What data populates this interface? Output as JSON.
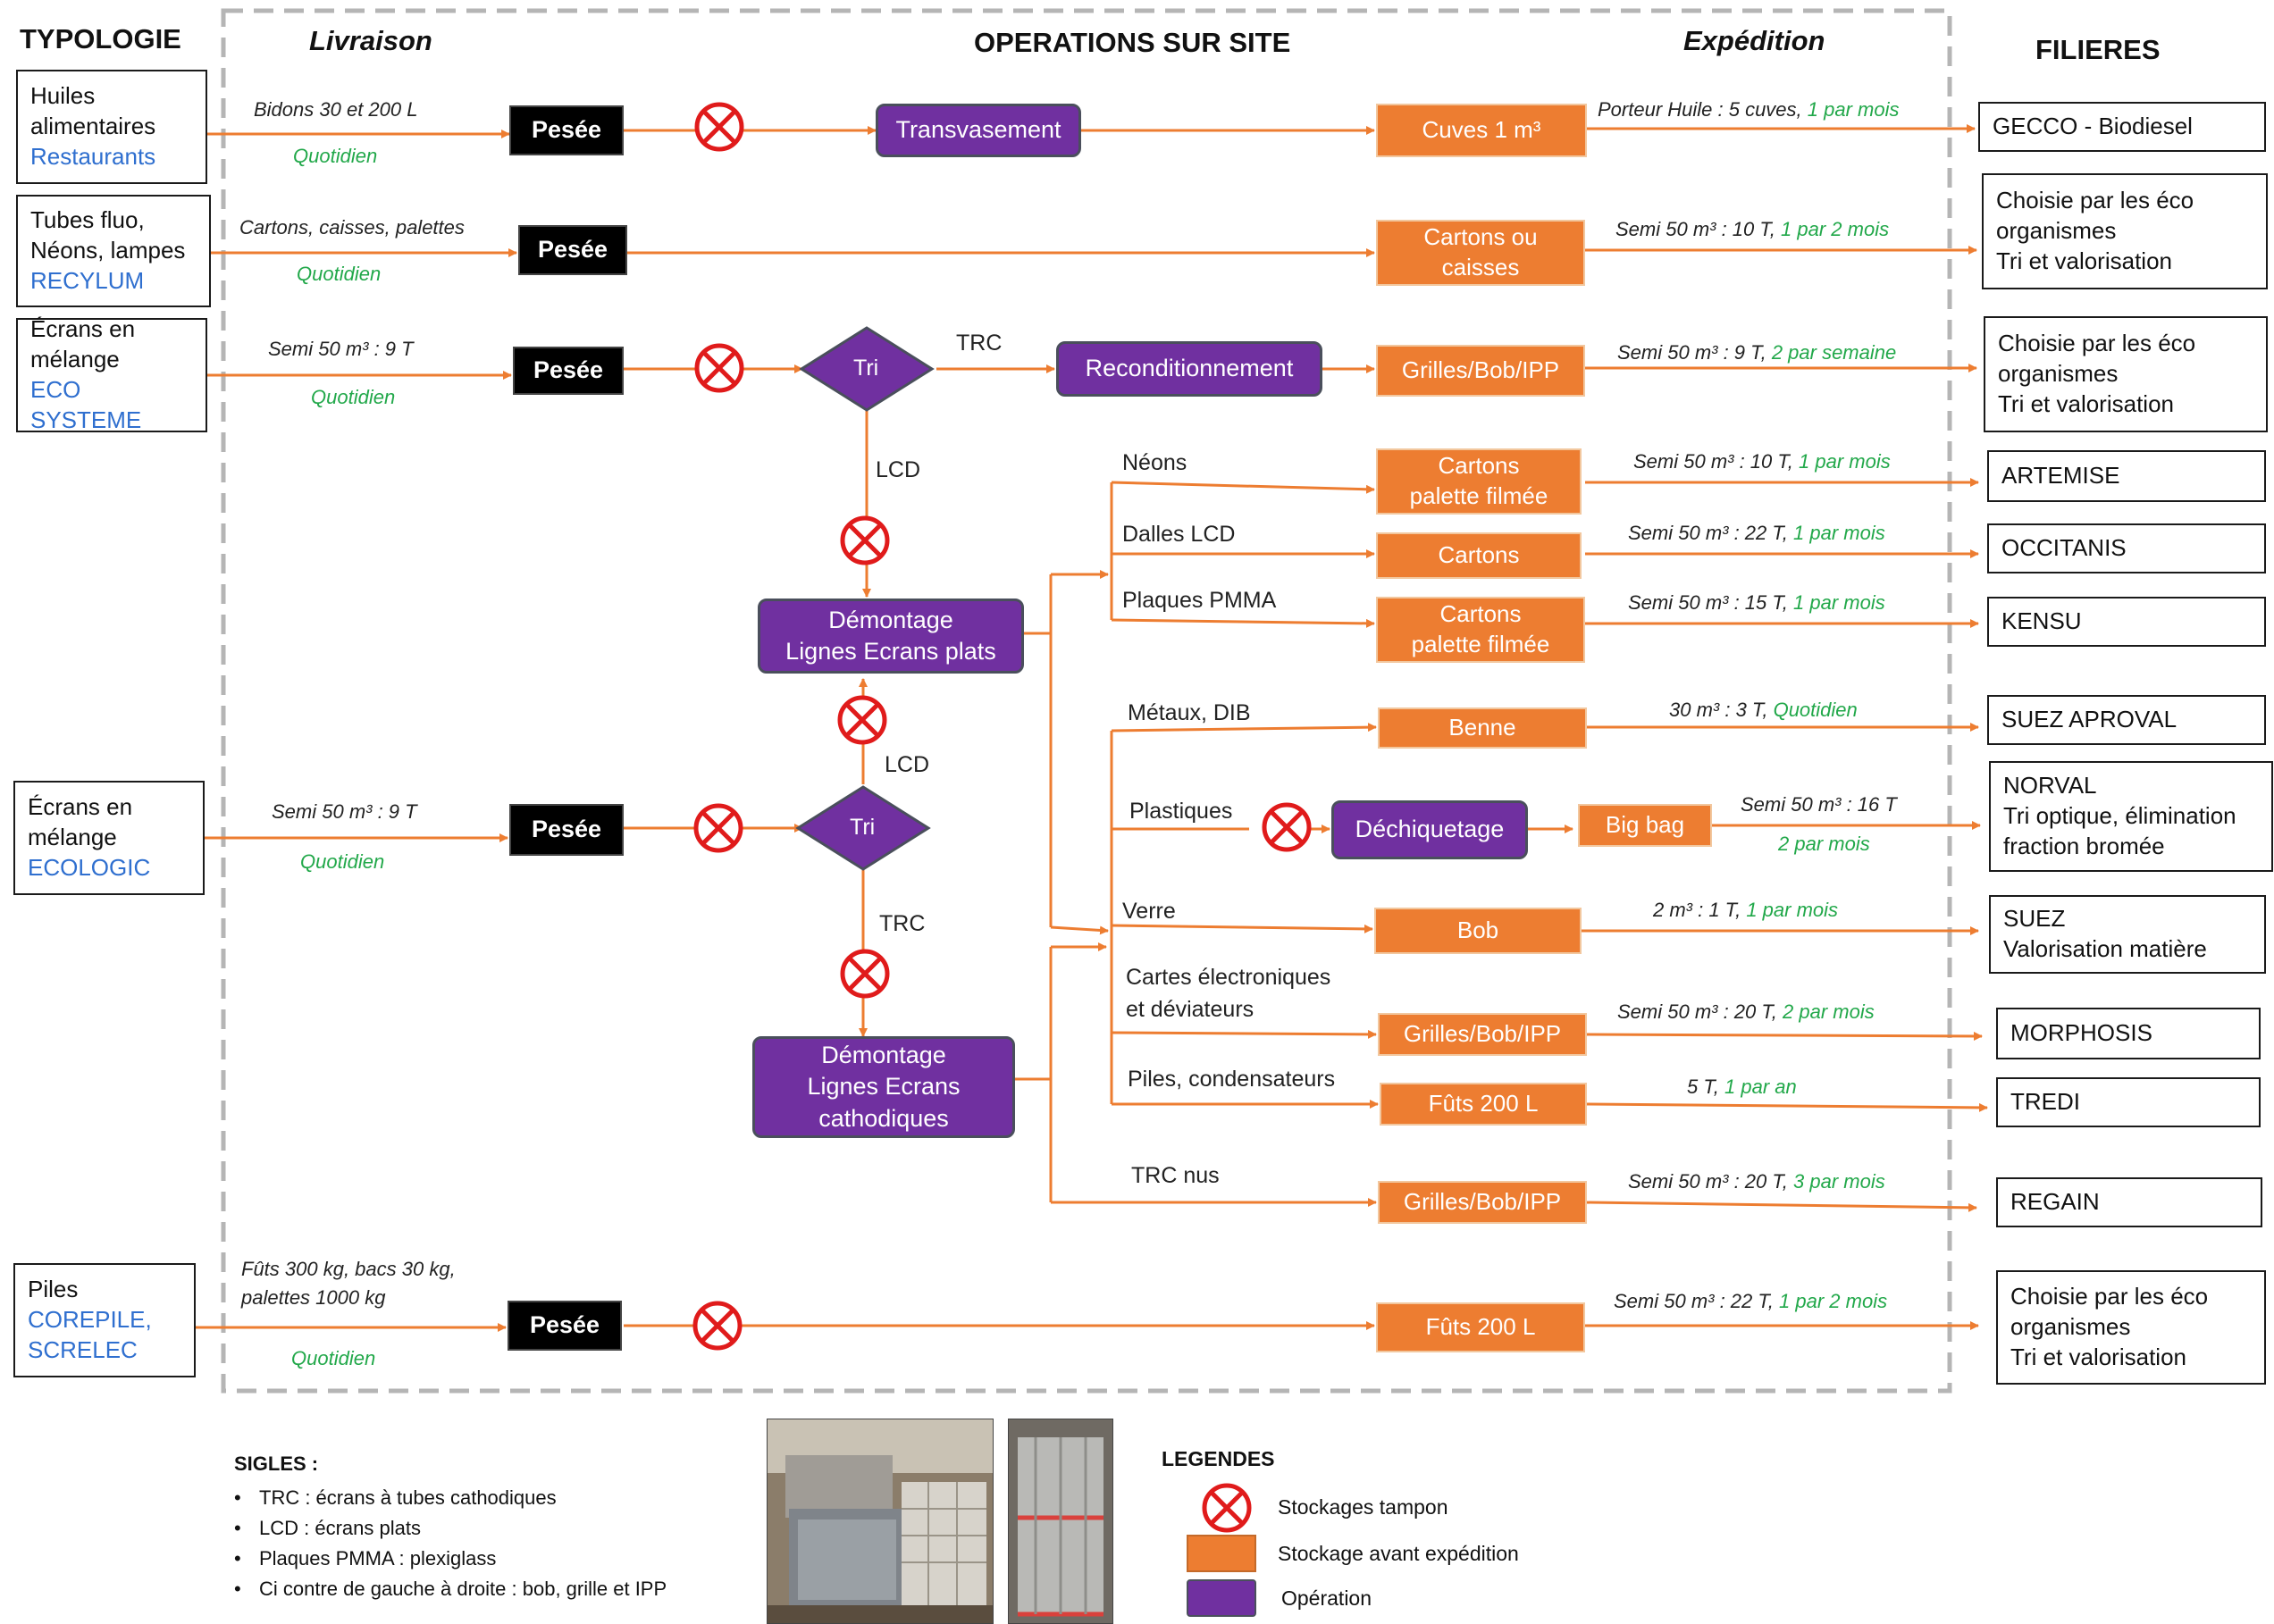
{
  "headers": {
    "typologie": "TYPOLOGIE",
    "livraison": "Livraison",
    "operations": "OPERATIONS SUR SITE",
    "expedition": "Expédition",
    "filieres": "FILIERES"
  },
  "sources": [
    {
      "line1": "Huiles",
      "line2": "alimentaires",
      "org": "Restaurants"
    },
    {
      "line1": "Tubes fluo,",
      "line2": "Néons, lampes",
      "org": "RECYLUM"
    },
    {
      "line1": "Écrans en",
      "line2": "mélange",
      "org": "ECO SYSTEME"
    },
    {
      "line1": "Écrans en",
      "line2": "mélange",
      "org": "ECOLOGIC"
    },
    {
      "line1": "Piles",
      "line2": "",
      "org": "COREPILE,",
      "org2": "SCRELEC"
    }
  ],
  "deliveries": [
    {
      "container": "Bidons 30 et 200 L",
      "freq": "Quotidien"
    },
    {
      "container": "Cartons, caisses, palettes",
      "freq": "Quotidien"
    },
    {
      "container": "Semi 50 m³ : 9 T",
      "freq": "Quotidien"
    },
    {
      "container": "Semi 50 m³ : 9 T",
      "freq": "Quotidien"
    },
    {
      "container1": "Fûts 300 kg, bacs 30 kg,",
      "container2": "palettes 1000 kg",
      "freq": "Quotidien"
    }
  ],
  "weighing_label": "Pesée",
  "operations": {
    "transvasement": "Transvasement",
    "reconditionnement": "Reconditionnement",
    "tri": "Tri",
    "demontage_plats_1": "Démontage",
    "demontage_plats_2": "Lignes Ecrans plats",
    "demontage_cath_1": "Démontage",
    "demontage_cath_2": "Lignes Ecrans",
    "demontage_cath_3": "cathodiques",
    "dechiquetage": "Déchiquetage"
  },
  "flow_labels": {
    "trc": "TRC",
    "lcd": "LCD",
    "neons": "Néons",
    "dalles": "Dalles LCD",
    "pmma": "Plaques PMMA",
    "metaux": "Métaux, DIB",
    "plastiques": "Plastiques",
    "verre": "Verre",
    "cartes1": "Cartes électroniques",
    "cartes2": "et déviateurs",
    "piles": "Piles, condensateurs",
    "trc_nus": "TRC nus"
  },
  "storage": {
    "cuves": "Cuves 1 m³",
    "cartons_caisses_1": "Cartons ou",
    "cartons_caisses_2": "caisses",
    "grilles": "Grilles/Bob/IPP",
    "cartons_palette_1": "Cartons",
    "cartons_palette_2": "palette filmée",
    "cartons": "Cartons",
    "benne": "Benne",
    "bigbag": "Big bag",
    "bob": "Bob",
    "futs": "Fûts 200 L"
  },
  "shipments": [
    {
      "text": "Porteur Huile : 5 cuves, ",
      "freq": "1 par mois"
    },
    {
      "text": "Semi 50 m³ : 10 T, ",
      "freq": "1 par 2 mois"
    },
    {
      "text": "Semi 50 m³ : 9 T, ",
      "freq": "2 par semaine"
    },
    {
      "text": "Semi 50 m³ : 10 T, ",
      "freq": "1 par mois"
    },
    {
      "text": "Semi 50 m³ : 22 T, ",
      "freq": "1 par mois"
    },
    {
      "text": "Semi 50 m³ : 15 T, ",
      "freq": "1 par mois"
    },
    {
      "text": "30 m³ : 3 T, ",
      "freq": "Quotidien"
    },
    {
      "text": "Semi 50 m³ : 16 T",
      "freq": "2 par mois"
    },
    {
      "text": "2 m³ : 1 T, ",
      "freq": "1 par mois"
    },
    {
      "text": "Semi 50 m³ : 20 T, ",
      "freq": "2 par mois"
    },
    {
      "text": "5 T, ",
      "freq": "1 par an"
    },
    {
      "text": "Semi 50 m³ : 20 T, ",
      "freq": "3 par mois"
    },
    {
      "text": "Semi 50 m³ : 22 T, ",
      "freq": "1 par 2 mois"
    }
  ],
  "destinations": {
    "gecco": "GECCO - Biodiesel",
    "eco_1": "Choisie par les éco",
    "eco_2": "organismes",
    "eco_3": "Tri et valorisation",
    "artemise": "ARTEMISE",
    "occitanis": "OCCITANIS",
    "kensu": "KENSU",
    "suez_aproval": "SUEZ APROVAL",
    "norval_1": "NORVAL",
    "norval_2": "Tri optique, élimination",
    "norval_3": "fraction bromée",
    "suez_1": "SUEZ",
    "suez_2": "Valorisation matière",
    "morphosis": "MORPHOSIS",
    "tredi": "TREDI",
    "regain": "REGAIN"
  },
  "sigles": {
    "title": "SIGLES :",
    "items": [
      "TRC : écrans à tubes cathodiques",
      "LCD : écrans plats",
      "Plaques PMMA : plexiglass",
      "Ci contre de gauche à droite : bob, grille et IPP"
    ]
  },
  "legend": {
    "title": "LEGENDES",
    "buffer": "Stockages tampon",
    "storage": "Stockage avant expédition",
    "operation": "Opération"
  },
  "colors": {
    "arrow": "#ed7d31",
    "storage": "#ed7d31",
    "operation": "#7030a0",
    "buffer": "#e01b1b",
    "weighing": "#000000",
    "frequency": "#22a84a",
    "org": "#2f6fcf"
  }
}
